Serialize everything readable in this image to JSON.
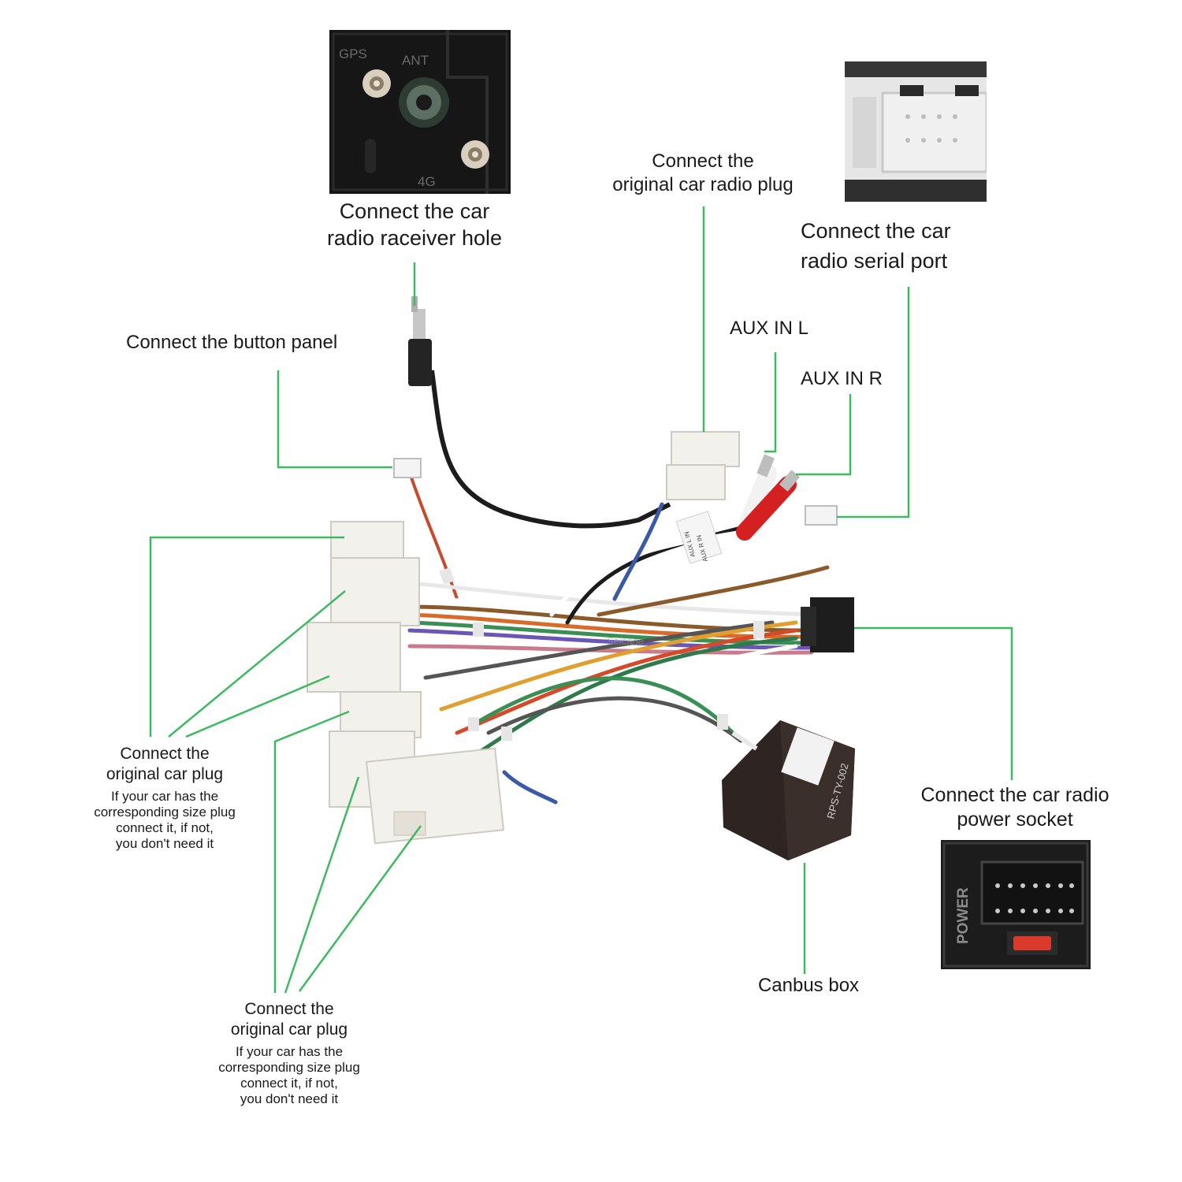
{
  "labels": {
    "receiver_hole": [
      "Connect the  car",
      "radio raceiver hole"
    ],
    "radio_plug_top": [
      "Connect the",
      "original car radio plug"
    ],
    "serial_port": [
      "Connect the car",
      "radio  serial port"
    ],
    "button_panel": "Connect the button panel",
    "aux_l": "AUX IN L",
    "aux_r": "AUX IN R",
    "orig_plug_left": [
      "Connect the",
      "original car plug"
    ],
    "orig_plug_left_note": [
      "If your car has the",
      "corresponding size plug",
      "connect it, if not,",
      "you don't need it"
    ],
    "orig_plug_bottom": [
      "Connect the",
      "original car plug"
    ],
    "orig_plug_bottom_note": [
      "If your car has the",
      "corresponding size plug",
      "connect it, if not,",
      "you don't need it"
    ],
    "power_socket": [
      "Connect the car radio",
      "power socket"
    ],
    "canbus": "Canbus box"
  },
  "photo_text": {
    "gps": "GPS",
    "ant": "ANT",
    "fourg": "4G",
    "power": "POWER",
    "aux_tag_l": "AUX L IN",
    "aux_tag_r": "AUX R IN",
    "canbus_model": "RPS-TY-002",
    "watermark": "Seicane"
  },
  "colors": {
    "leader": "#3dba5f",
    "wire_black": "#1c1c1c",
    "rca_red": "#d42020",
    "rca_white": "#f2f2f2",
    "plug_white": "#f3f1ec",
    "canbus_body": "#3b2f2c"
  }
}
